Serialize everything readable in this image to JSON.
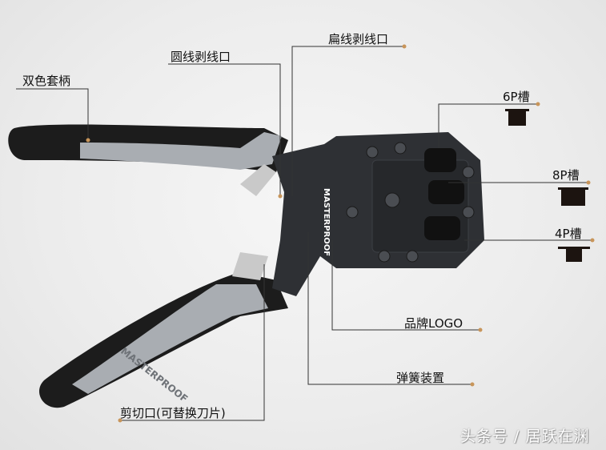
{
  "labels": {
    "handle": "双色套柄",
    "round_stripper": "圆线剥线口",
    "flat_stripper": "扁线剥线口",
    "slot_6p": "6P槽",
    "slot_8p": "8P槽",
    "slot_4p": "4P槽",
    "brand_logo": "品牌LOGO",
    "spring": "弹簧装置",
    "cutter": "剪切口(可替换刀片)"
  },
  "tool_brand": "MASTERPROOF",
  "watermark": "头条号 / 居跃在渊",
  "colors": {
    "leader_dot": "#c8955a",
    "handle_black": "#1c1c1c",
    "handle_gray": "#a9adb2",
    "head": "#2e3034"
  }
}
